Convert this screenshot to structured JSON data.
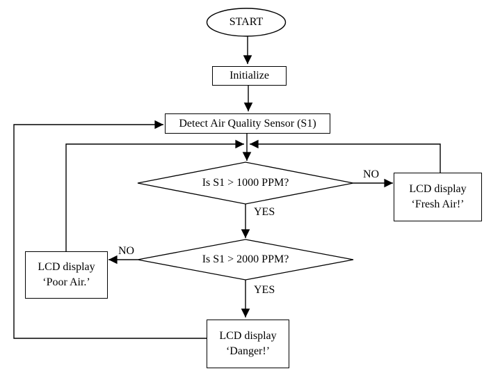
{
  "diagram": {
    "type": "flowchart",
    "colors": {
      "line": "#000000",
      "background": "#ffffff",
      "text": "#000000"
    },
    "nodes": {
      "start": {
        "shape": "oval",
        "label": "START"
      },
      "initialize": {
        "shape": "process",
        "label": "Initialize"
      },
      "detect_sensor": {
        "shape": "process",
        "label": "Detect Air Quality Sensor (S1)"
      },
      "decision_1000": {
        "shape": "decision",
        "label": "Is S1 > 1000 PPM?"
      },
      "lcd_fresh_air": {
        "shape": "process",
        "line1": "LCD display",
        "line2": "‘Fresh Air!’"
      },
      "decision_2000": {
        "shape": "decision",
        "label": "Is S1 > 2000 PPM?"
      },
      "lcd_poor_air": {
        "shape": "process",
        "line1": "LCD display",
        "line2": "‘Poor Air.’"
      },
      "lcd_danger": {
        "shape": "process",
        "line1": "LCD display",
        "line2": "‘Danger!’"
      }
    },
    "edge_labels": {
      "d1000_no": "NO",
      "d1000_yes": "YES",
      "d2000_no": "NO",
      "d2000_yes": "YES"
    }
  }
}
